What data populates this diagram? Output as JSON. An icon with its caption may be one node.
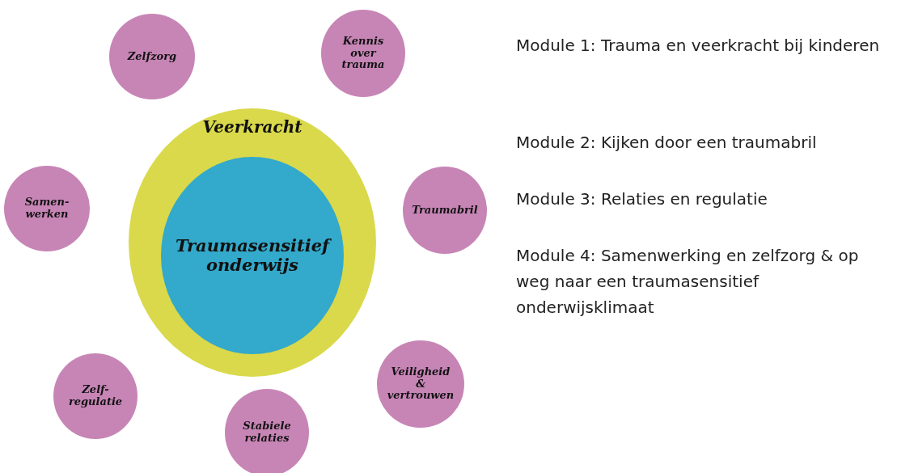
{
  "diagram": {
    "nodes": [
      {
        "text": [
          "Zelfzorg"
        ]
      },
      {
        "text": [
          "Kennis over trauma"
        ]
      },
      {
        "text": [
          "Veerkracht"
        ]
      },
      {
        "text": [
          "Traumasensitief onderwijs"
        ],
        "in": 2
      },
      {
        "text": [
          "Samen- werken"
        ]
      },
      {
        "text": [
          "Traumabril"
        ]
      },
      {
        "text": [
          "Zelf- regulatie"
        ]
      },
      {
        "text": [
          "Veiligheid & vertrouwen"
        ]
      },
      {
        "text": [
          "Stabiele relaties"
        ]
      }
    ],
    "edges": [],
    "labels": [
      "Module 1: Trauma en veerkracht bij kinderen",
      "Module 2: Kijken door een traumabril",
      "Module 3: Relaties en regulatie",
      "Module 4: Samenwerking en zelfzorg & op weg naar een traumasensitief onderwijsklimaat"
    ]
  }
}
